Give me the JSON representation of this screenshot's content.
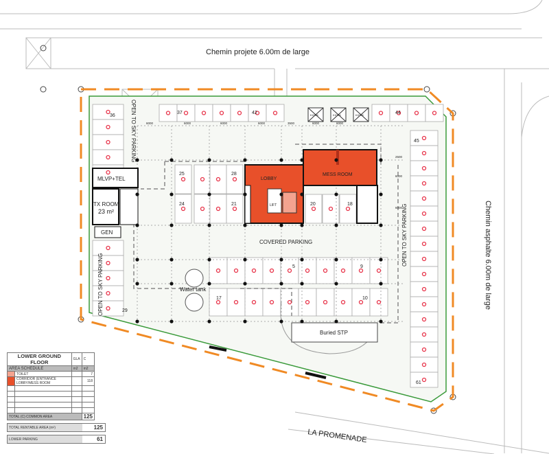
{
  "roads": {
    "top": "Chemin projete 6.00m de large",
    "right": "Chemin asphalte 6.00m de large",
    "bottom": "LA PROMENADE"
  },
  "zones": {
    "open_sky_1": "OPEN TO SKY PARKING",
    "open_sky_2": "OPEN TO SKY PARKING",
    "open_sky_3": "OPEN TO SKY PARKING",
    "covered": "COVERED PARKING",
    "water_tank": "Water tank",
    "buried_stp": "Buried STP"
  },
  "rooms": {
    "mlvp": "MLVP+TEL",
    "tx_room": "TX ROOM",
    "tx_area": "23 m²",
    "gen": "GEN",
    "lobby": "LOBBY",
    "mess": "MESS ROOM",
    "lift": "LIFT",
    "kiosk": "KIOSK"
  },
  "parking_numbers": [
    "36",
    "37",
    "42",
    "44",
    "45",
    "25",
    "28",
    "24",
    "21",
    "20",
    "18",
    "5",
    "9",
    "17",
    "10",
    "29",
    "61"
  ],
  "dimensions": [
    "6000",
    "6000",
    "6000",
    "6000",
    "3500",
    "6000",
    "6000",
    "2500",
    "6000",
    "6000"
  ],
  "schedule": {
    "title": "LOWER GROUND FLOOR",
    "col_gla": "GLA",
    "col_c": "C",
    "subtitle": "AREA SCHEDULE",
    "unit_gla": "m2",
    "unit_c": "m2",
    "rows": [
      {
        "label": "TOILET",
        "c": "7",
        "color": "#f4a38f"
      },
      {
        "label": "CORRIDOR (ENTRANCE LOBBY/MESS ROOM",
        "c": "118",
        "color": "#e8502a"
      }
    ],
    "total_common_label": "TOTAL (C) COMMON AREA",
    "total_common": "125",
    "rentable_label": "TOTAL RENTABLE AREA (m²)",
    "rentable": "125",
    "parking_label": "LOWER PARKING",
    "parking": "61"
  },
  "colors": {
    "boundary": "#f08a24",
    "green": "#3a9a3a",
    "core": "#e8502a",
    "toilet": "#f4a38f",
    "marker": "#e8344a"
  }
}
